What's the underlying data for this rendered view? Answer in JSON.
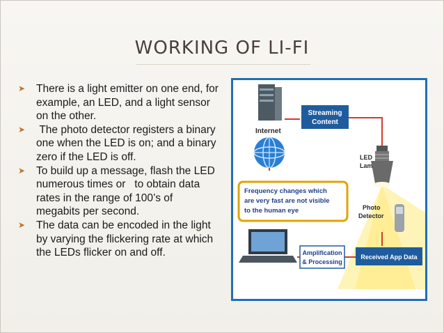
{
  "slide": {
    "title": "WORKING OF LI-FI",
    "bullets": [
      "There is a light emitter on one end, for example, an LED, and a light sensor on the other.",
      " The photo detector registers a binary one when the LED is on; and a binary zero if the LED is off.",
      "To build up a message, flash the LED numerous times or   to obtain data rates in the range of 100’s of megabits per second.",
      "The data can be encoded in the light by varying the flickering rate at which the LEDs flicker on and off."
    ]
  },
  "diagram": {
    "internet_label": "Internet",
    "streaming_label": [
      "Streaming",
      "Content"
    ],
    "led_label": [
      "LED",
      "Lamp"
    ],
    "frequency_note": [
      "Frequency changes which",
      "are very fast are not visible",
      "to the human eye"
    ],
    "photo_label": [
      "Photo",
      "Detector"
    ],
    "amplification_label": [
      "Amplification",
      "& Processing"
    ],
    "received_label": "Received App Data"
  },
  "colors": {
    "accent_bullet": "#c0732c",
    "frame_blue": "#1f6fb7",
    "box_blue": "#1f5c9e",
    "title_color": "#4a3f3a",
    "light_yellow": "#fff1a8"
  }
}
